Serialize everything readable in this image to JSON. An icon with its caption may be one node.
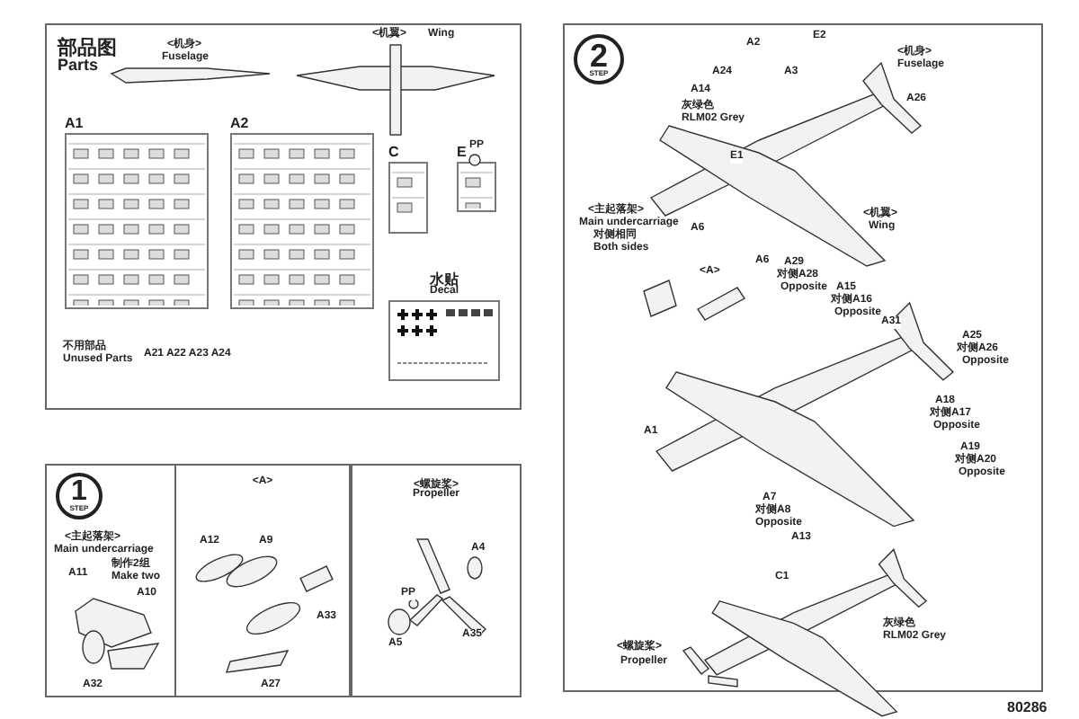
{
  "diagram": {
    "nodes": [
      {
        "text": [
          "部品图",
          "Parts"
        ]
      },
      {
        "text": [
          "A1"
        ],
        "in": 0
      },
      {
        "text": [
          "A2"
        ],
        "in": 0
      },
      {
        "text": [
          "C"
        ],
        "in": 0
      },
      {
        "text": [
          "E"
        ],
        "in": 0
      },
      {
        "text": [
          "水贴",
          "Decal"
        ],
        "in": 0
      },
      {
        "text": [],
        "shape": "box"
      },
      {
        "text": [
          "1",
          "STEP"
        ],
        "in": 6
      },
      {
        "text": [
          "<A>"
        ]
      },
      {
        "text": [
          "<螺旋桨>",
          "Propeller"
        ]
      },
      {
        "text": [],
        "shape": "box"
      },
      {
        "text": [
          "2",
          "STEP"
        ],
        "in": 10
      }
    ],
    "edges": [],
    "labels": [
      "<机身>",
      "Fuselage",
      "<机翼>",
      "Wing",
      "PP",
      "不用部品",
      "Unused Parts",
      "A21 A22 A23 A24",
      "<主起落架>",
      "Main undercarriage",
      "制作2组",
      "Make two",
      "A11",
      "A10",
      "A32",
      "A12",
      "A9",
      "A33",
      "A27",
      "A4",
      "PP",
      "A35",
      "A5",
      "A2",
      "E2",
      "A24",
      "A3",
      "A14",
      "灰绿色",
      "RLM02 Grey",
      "<机身>",
      "Fuselage",
      "A26",
      "E1",
      "A6",
      "<机翼>",
      "Wing",
      "A6",
      "<主起落架>",
      "Main undercarriage",
      "对侧相同",
      "Both sides",
      "<A>",
      "A29",
      "对侧A28",
      "Opposite",
      "A15",
      "对侧A16",
      "Opposite",
      "A31",
      "A25",
      "对侧A26",
      "Opposite",
      "A18",
      "对侧A17",
      "Opposite",
      "A19",
      "对侧A20",
      "Opposite",
      "A1",
      "A7",
      "对侧A8",
      "Opposite",
      "A13",
      "C1",
      "灰绿色",
      "RLM02 Grey",
      "<螺旋桨>",
      "Propeller",
      "80286"
    ]
  }
}
